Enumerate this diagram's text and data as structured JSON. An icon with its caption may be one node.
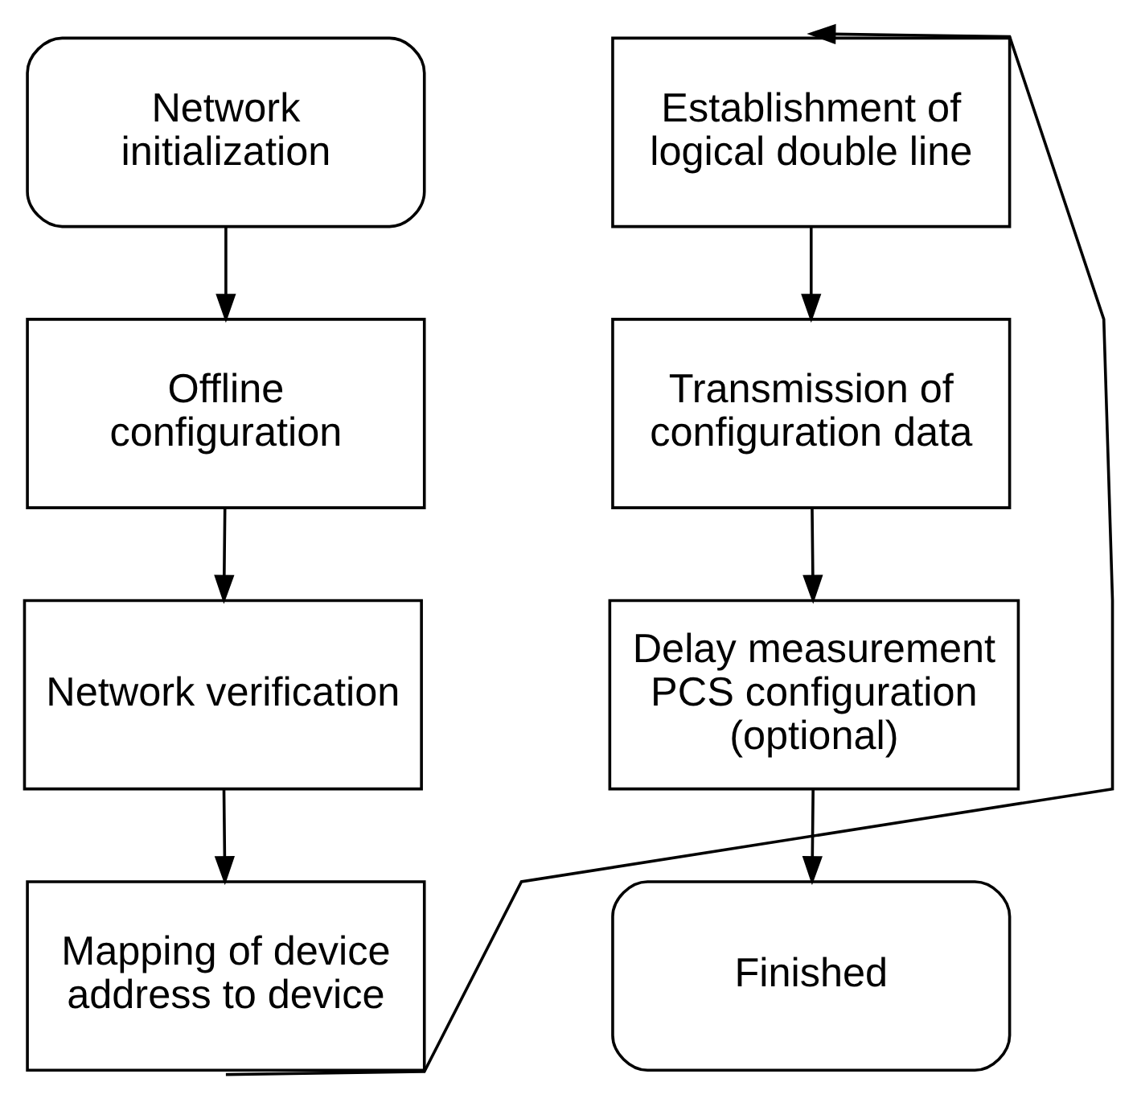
{
  "diagram": {
    "nodes": [
      {
        "text": [
          "Network initialization"
        ]
      },
      {
        "text": [
          "Offline configuration"
        ]
      },
      {
        "text": [
          "Network verification"
        ]
      },
      {
        "text": [
          "Mapping of device address to device"
        ]
      },
      {
        "text": [
          "Establishment of logical double line"
        ]
      },
      {
        "text": [
          "Transmission of configuration data"
        ]
      },
      {
        "text": [
          "Delay measurement PCS configuration (optional)"
        ]
      },
      {
        "text": [
          "Finished"
        ]
      }
    ],
    "edges": [
      {
        "from": 0,
        "to": 1,
        "arrow": "to"
      },
      {
        "from": 1,
        "to": 2,
        "arrow": "to"
      },
      {
        "from": 2,
        "to": 3,
        "arrow": "to"
      },
      {
        "from": 3,
        "to": 4,
        "arrow": "to"
      },
      {
        "from": 4,
        "to": 5,
        "arrow": "to"
      },
      {
        "from": 5,
        "to": 6,
        "arrow": "to"
      },
      {
        "from": 6,
        "to": 7,
        "arrow": "to"
      }
    ]
  }
}
